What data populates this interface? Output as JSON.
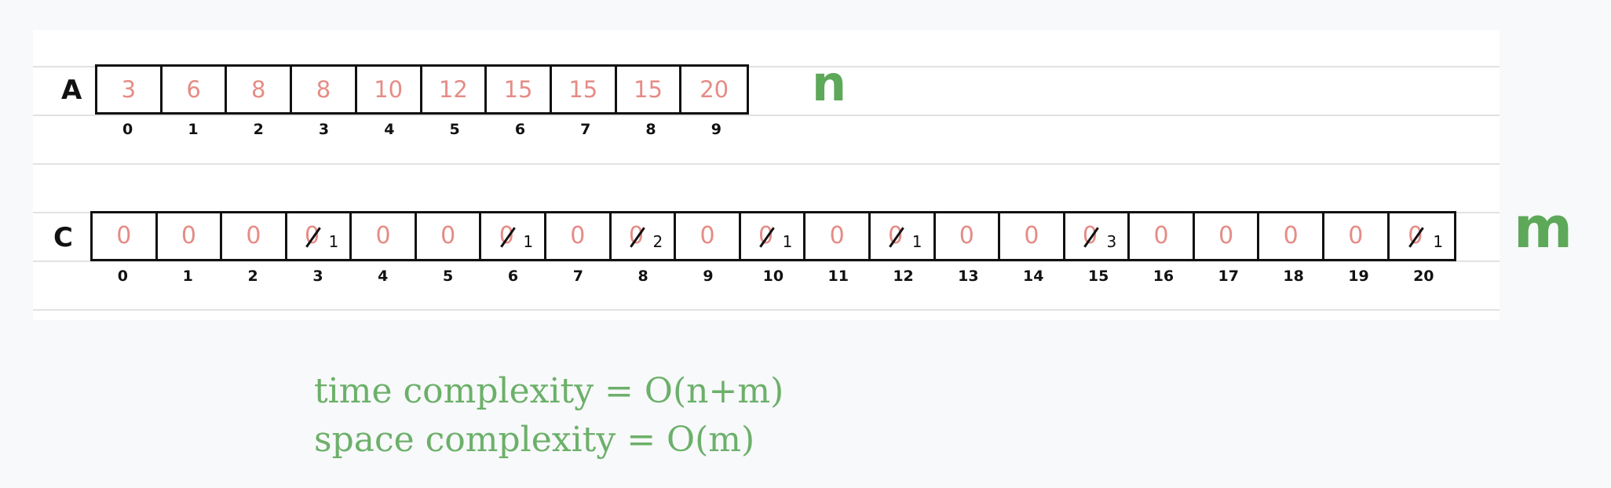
{
  "array_a": {
    "label": "A",
    "values": [
      "3",
      "6",
      "8",
      "8",
      "10",
      "12",
      "15",
      "15",
      "15",
      "20"
    ],
    "indices": [
      "0",
      "1",
      "2",
      "3",
      "4",
      "5",
      "6",
      "7",
      "8",
      "9"
    ],
    "size_label": "n"
  },
  "array_c": {
    "label": "C",
    "cells": [
      {
        "value": "0",
        "struck": false,
        "count": ""
      },
      {
        "value": "0",
        "struck": false,
        "count": ""
      },
      {
        "value": "0",
        "struck": false,
        "count": ""
      },
      {
        "value": "0",
        "struck": true,
        "count": "1"
      },
      {
        "value": "0",
        "struck": false,
        "count": ""
      },
      {
        "value": "0",
        "struck": false,
        "count": ""
      },
      {
        "value": "0",
        "struck": true,
        "count": "1"
      },
      {
        "value": "0",
        "struck": false,
        "count": ""
      },
      {
        "value": "0",
        "struck": true,
        "count": "2"
      },
      {
        "value": "0",
        "struck": false,
        "count": ""
      },
      {
        "value": "0",
        "struck": true,
        "count": "1"
      },
      {
        "value": "0",
        "struck": false,
        "count": ""
      },
      {
        "value": "0",
        "struck": true,
        "count": "1"
      },
      {
        "value": "0",
        "struck": false,
        "count": ""
      },
      {
        "value": "0",
        "struck": false,
        "count": ""
      },
      {
        "value": "0",
        "struck": true,
        "count": "3"
      },
      {
        "value": "0",
        "struck": false,
        "count": ""
      },
      {
        "value": "0",
        "struck": false,
        "count": ""
      },
      {
        "value": "0",
        "struck": false,
        "count": ""
      },
      {
        "value": "0",
        "struck": false,
        "count": ""
      },
      {
        "value": "0",
        "struck": true,
        "count": "1"
      }
    ],
    "indices": [
      "0",
      "1",
      "2",
      "3",
      "4",
      "5",
      "6",
      "7",
      "8",
      "9",
      "10",
      "11",
      "12",
      "13",
      "14",
      "15",
      "16",
      "17",
      "18",
      "19",
      "20"
    ],
    "size_label": "m"
  },
  "complexity": {
    "time": "time complexity = O(n+m)",
    "space": "space complexity = O(m)"
  },
  "colors": {
    "value_ink": "#e58c86",
    "annotation_green": "#5ea85a",
    "pen": "#111111"
  }
}
